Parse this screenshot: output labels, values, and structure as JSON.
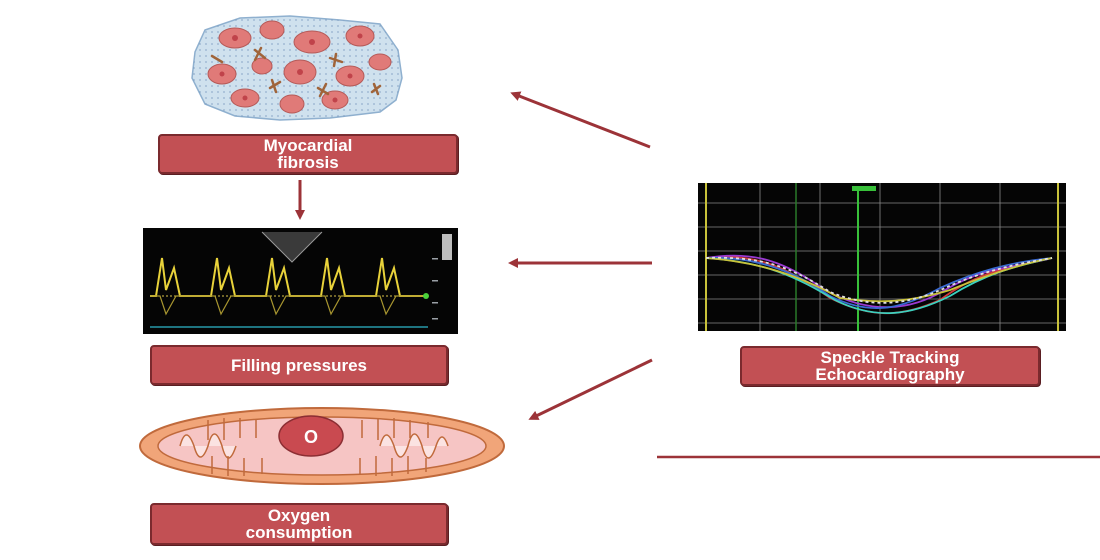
{
  "labels": {
    "fibrosis": [
      "Myocardial",
      "fibrosis"
    ],
    "filling": [
      "Filling pressures"
    ],
    "oxygen": [
      "Oxygen",
      "consumption"
    ],
    "ste": [
      "Speckle Tracking",
      "Echocardiography"
    ]
  },
  "mitochondrion_letter": "O",
  "colors": {
    "arrow": "#9c3338",
    "box_fill": "#c25054",
    "doppler_wave": "#e8d23a",
    "mito_outer": "#f1a579",
    "mito_inner": "#f6c5c4"
  },
  "icons": [
    "fibrosis-tissue-illustration",
    "doppler-echo-image",
    "mitochondrion-illustration",
    "strain-curve-chart"
  ]
}
